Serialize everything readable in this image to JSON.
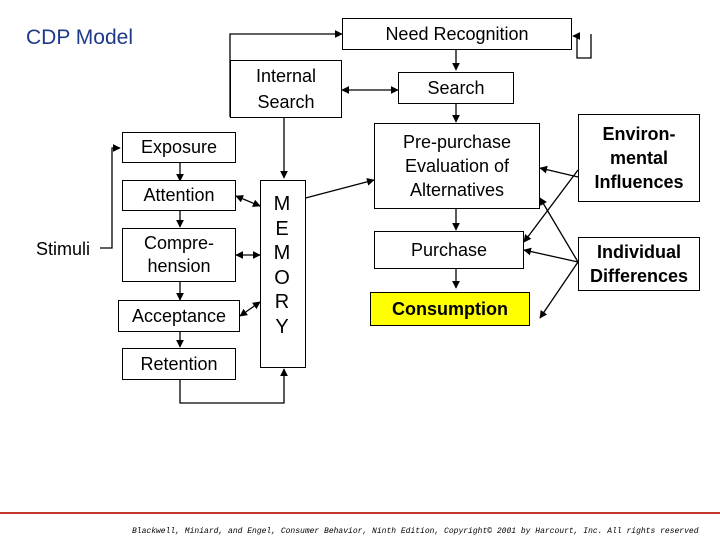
{
  "title": "CDP Model",
  "nodes": {
    "need_recognition": "Need Recognition",
    "internal_search": "Internal Search",
    "search": "Search",
    "exposure": "Exposure",
    "attention": "Attention",
    "stimuli": "Stimuli",
    "comprehension": "Compre-hension",
    "acceptance": "Acceptance",
    "retention": "Retention",
    "memory": [
      "M",
      "E",
      "M",
      "O",
      "R",
      "Y"
    ],
    "pre_purchase": "Pre-purchase Evaluation of Alternatives",
    "purchase": "Purchase",
    "consumption": "Consumption",
    "environmental": "Environ-mental Influences",
    "individual": "Individual Differences"
  },
  "footer": {
    "credit": "Blackwell, Miniard, and Engel, Consumer Behavior, Ninth Edition, Copyright© 2001 by Harcourt, Inc. All rights reserved"
  },
  "colors": {
    "title": "#1f3a8a",
    "consumption_fill": "#ffff00",
    "footer_rule": "#c0392b",
    "line": "#000000"
  }
}
